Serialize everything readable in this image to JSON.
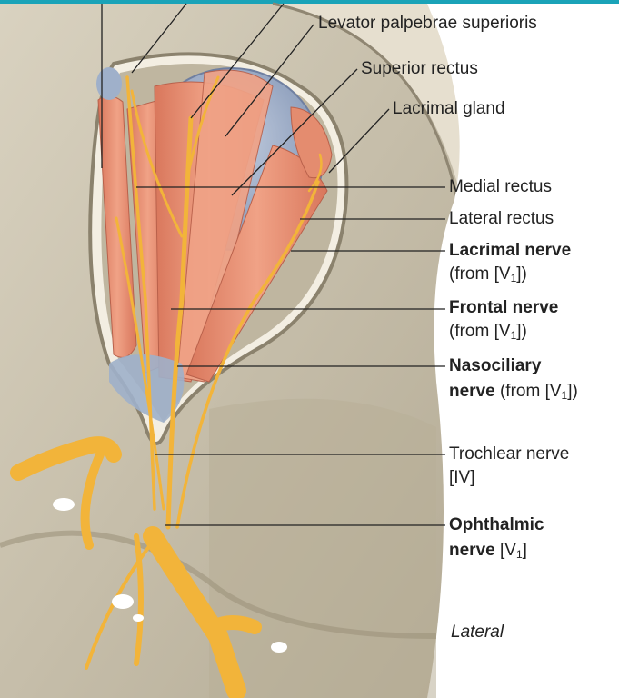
{
  "labels": {
    "levator": "Levator palpebrae superioris",
    "superior_rectus": "Superior rectus",
    "lacrimal_gland": "Lacrimal gland",
    "medial_rectus": "Medial rectus",
    "lateral_rectus": "Lateral rectus",
    "lacrimal_nerve": "Lacrimal nerve",
    "lacrimal_nerve_from": "(from [V",
    "frontal_nerve": "Frontal nerve",
    "frontal_nerve_from": "(from [V",
    "nasociliary_nerve": "Nasociliary",
    "nasociliary_nerve_2": "nerve",
    "nasociliary_nerve_from": " (from [V",
    "trochlear_nerve": "Trochlear nerve",
    "trochlear_nerve_num": "[IV]",
    "ophthalmic_nerve": "Ophthalmic",
    "ophthalmic_nerve_2": "nerve",
    "ophthalmic_nerve_num": " [V",
    "subscript_one": "1",
    "close_paren": "])",
    "close_bracket": "]",
    "orientation": "Lateral"
  },
  "colors": {
    "bone": "#cfc7b4",
    "bone_dark": "#a59b86",
    "muscle": "#e89478",
    "nerve": "#f2b43a",
    "eyeball": "#a7b6cf",
    "accent_bar": "#1aa3b8"
  }
}
